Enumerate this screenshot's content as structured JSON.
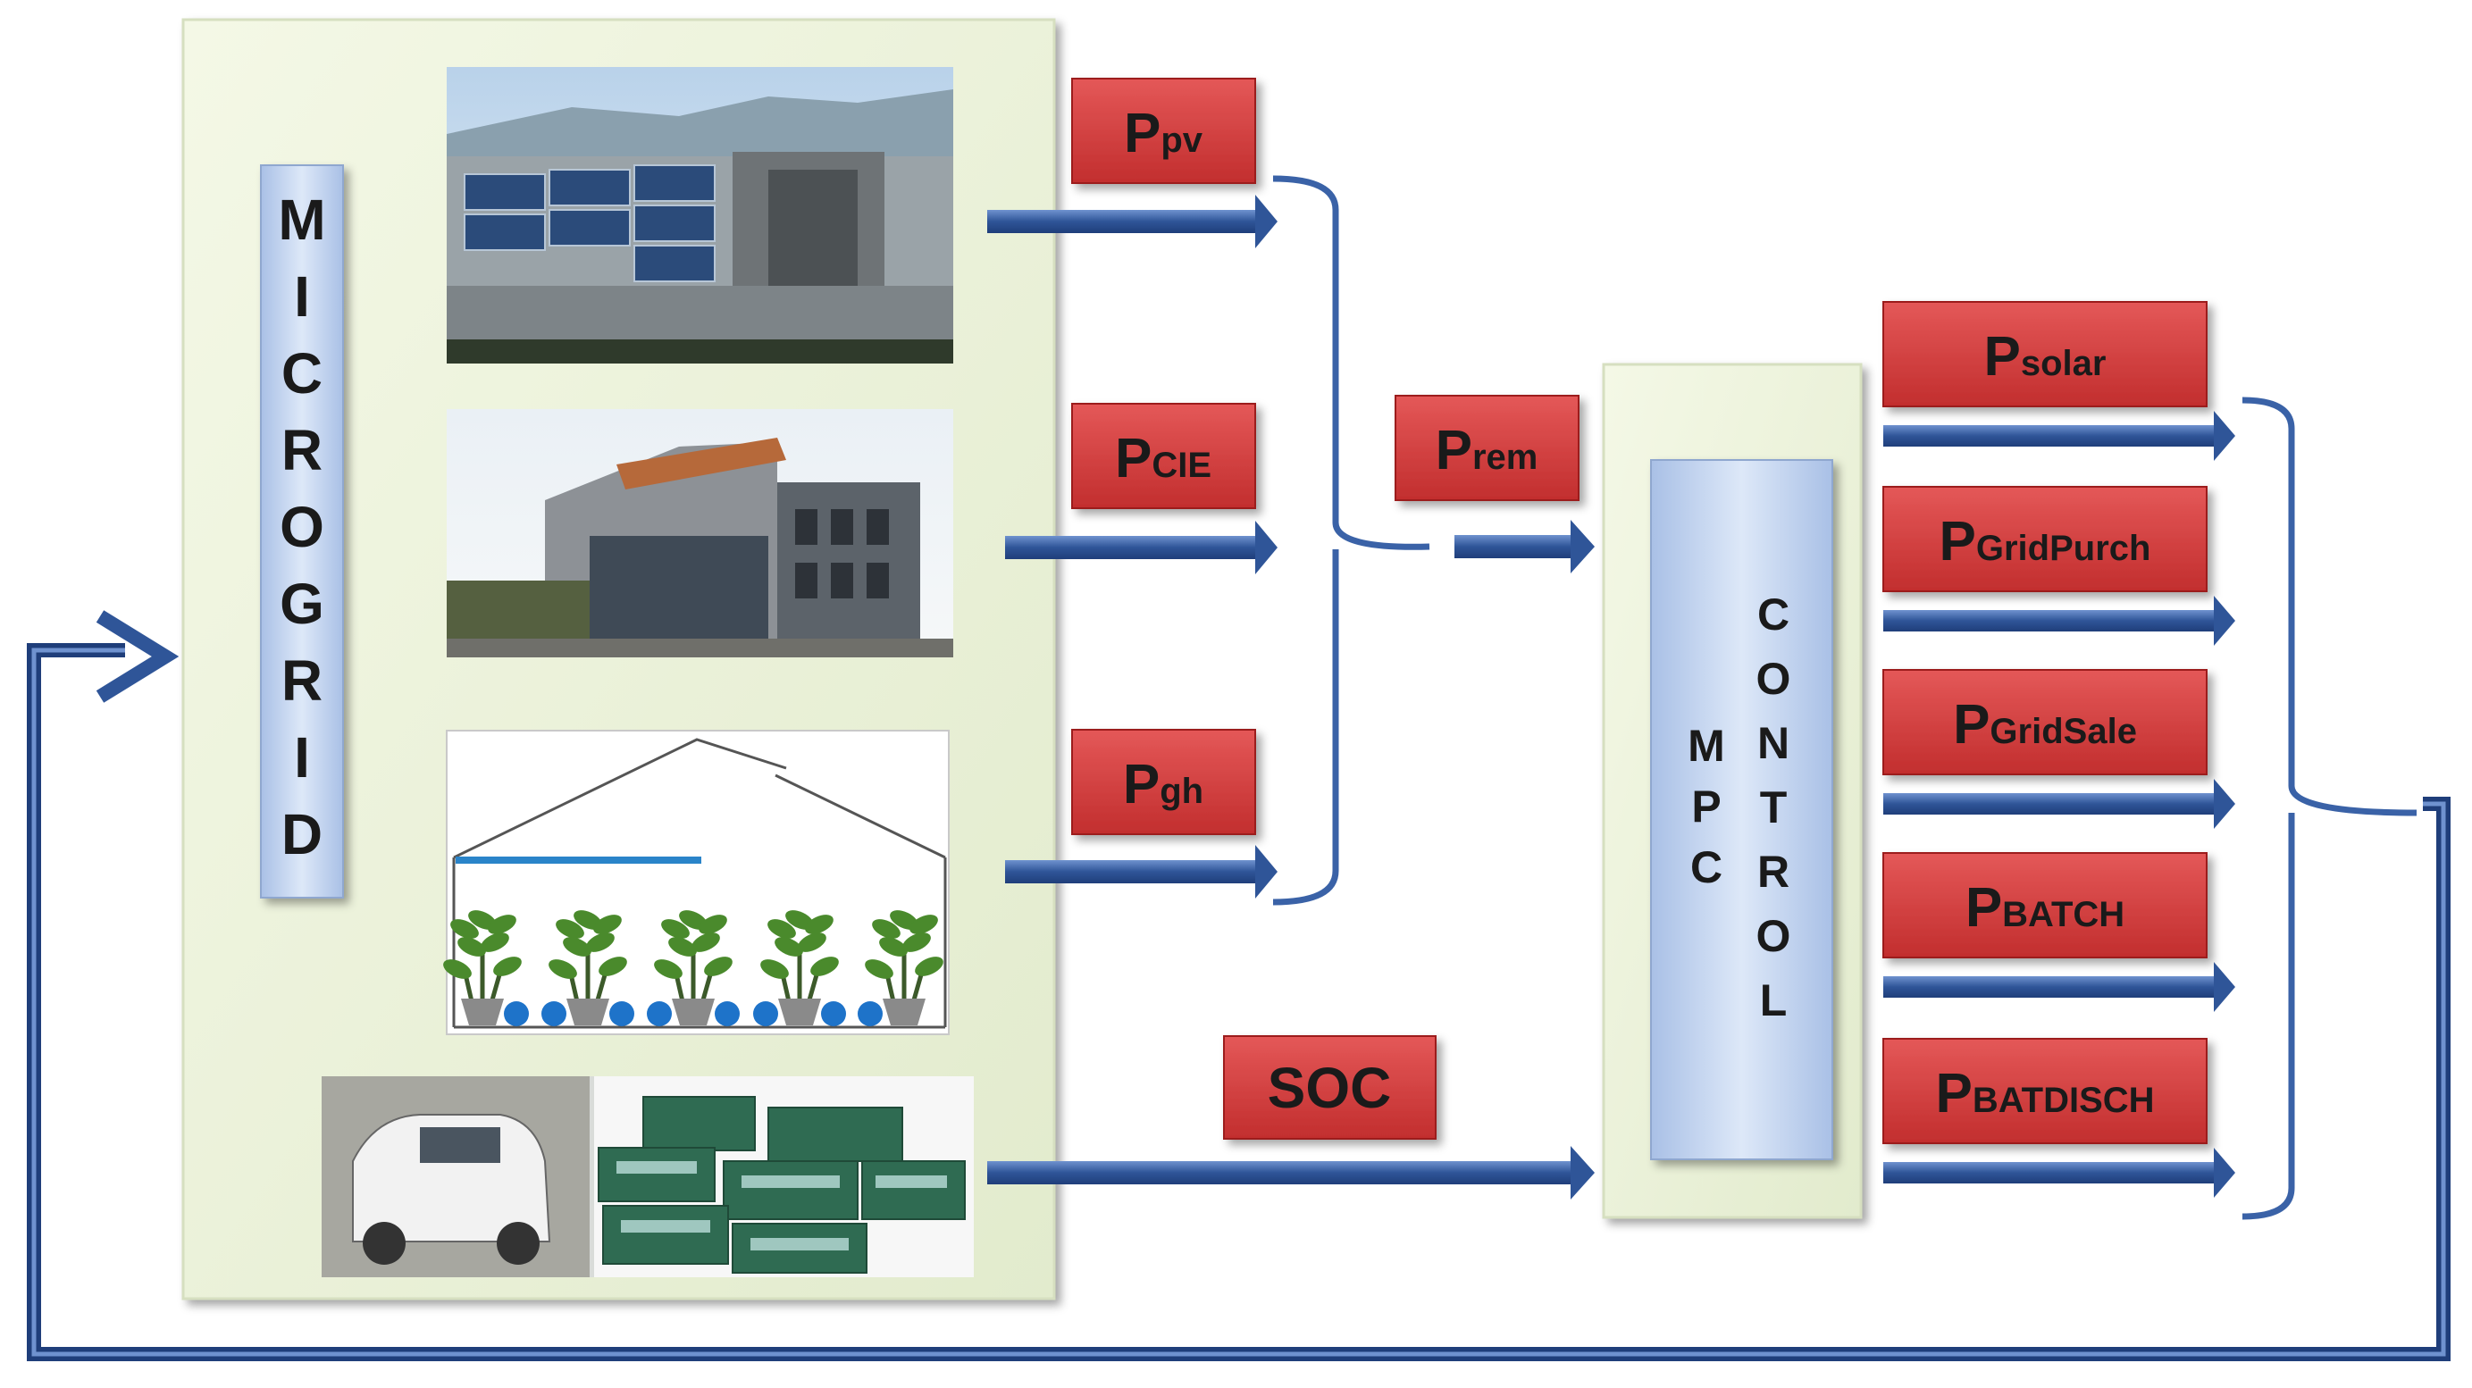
{
  "microgrid": {
    "label_letters": [
      "M",
      "I",
      "C",
      "R",
      "O",
      "G",
      "R",
      "I",
      "D"
    ]
  },
  "signals": {
    "ppv": {
      "main": "P",
      "sub": "pv"
    },
    "pcie": {
      "main": "P",
      "sub": "CIE"
    },
    "pgh": {
      "main": "P",
      "sub": "gh"
    },
    "prem": {
      "main": "P",
      "sub": "rem"
    },
    "soc": {
      "main": "SOC"
    }
  },
  "mpc": {
    "col1": [
      "M",
      "P",
      "C"
    ],
    "col2": [
      "C",
      "O",
      "N",
      "T",
      "R",
      "O",
      "L"
    ]
  },
  "outputs": [
    {
      "main": "P",
      "sub": "solar"
    },
    {
      "main": "P",
      "sub": "GridPurch"
    },
    {
      "main": "P",
      "sub": "GridSale"
    },
    {
      "main": "P",
      "sub": "BATCH"
    },
    {
      "main": "P",
      "sub": "BATDISCH"
    }
  ],
  "colors": {
    "arrow": "#3a62a7",
    "arrow_dark": "#1f3e7a",
    "red_box": "#d63b3b",
    "red_box_dark": "#9c1f1f",
    "panel": "#eef3dd",
    "label_bar": "#c8d8f0"
  }
}
